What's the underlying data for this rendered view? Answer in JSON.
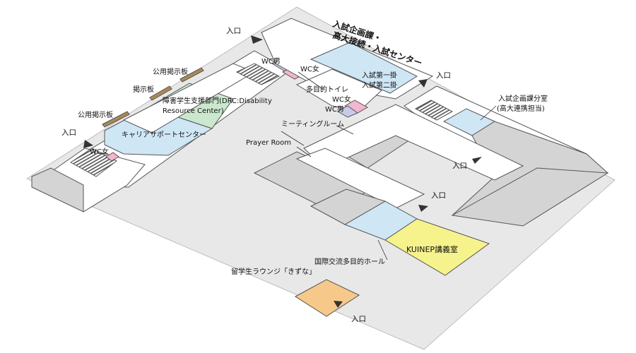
{
  "colors": {
    "ground": "#e8e8e8",
    "ground_edge": "#bdbdbd",
    "building": "#ffffff",
    "outline": "#555555",
    "room_gray": "#d4d4d4",
    "room_blue": "#cfe6f5",
    "room_green": "#cbe8cf",
    "room_yellow": "#f6f38c",
    "room_orange": "#f6c98a",
    "wc_pink": "#f3b6cf",
    "wc_lavender": "#c8cbe8",
    "bulletin": "#a98a55",
    "arrow": "#333333"
  },
  "labels": {
    "admissions_office": "入試企画課・",
    "admissions_center": "高大接続・入試センター",
    "admissions_1": "入試第一掛",
    "admissions_2": "入試第二掛",
    "admissions_branch": "入試企画課分室",
    "admissions_branch_sub": "(高大連携担当)",
    "drc_1": "障害学生支援部門(DRC:Disability",
    "drc_2": "Resource Center)",
    "career_center": "キャリアサポートセンター",
    "multipurpose_toilet": "多目的トイレ",
    "meeting_room": "ミーティングルーム",
    "prayer_room": "Prayer Room",
    "kuinep_room": "KUINEP講義室",
    "intl_hall": "国際交流多目的ホール",
    "lounge": "留学生ラウンジ「きずな」",
    "public_board_1": "公用掲示板",
    "board": "掲示板",
    "public_board_2": "公用掲示板",
    "wc_male_top": "WC男",
    "wc_female_top": "WC女",
    "wc_female_center": "WC女",
    "wc_male_center": "WC男",
    "wc_female_left": "WC女"
  },
  "entrances": {
    "top": "入口",
    "right_top": "入口",
    "left": "入口",
    "courtyard": "入口",
    "front": "入口",
    "lounge": "入口"
  }
}
